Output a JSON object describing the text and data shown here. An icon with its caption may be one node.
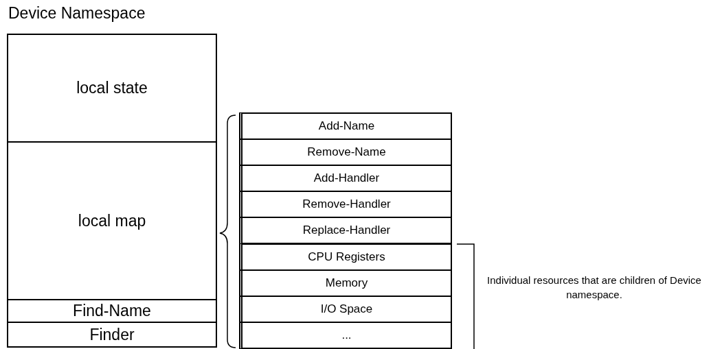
{
  "diagram": {
    "nodes": [
      {
        "text": [
          "Device Namespace"
        ]
      },
      {
        "text": [
          "local state"
        ],
        "in": 0
      },
      {
        "text": [
          "local map"
        ],
        "in": 0
      },
      {
        "text": [
          "Find-Name"
        ],
        "in": 0
      },
      {
        "text": [
          "Finder"
        ],
        "in": 0
      },
      {
        "text": [
          "Add-Name"
        ]
      },
      {
        "text": [
          "Remove-Name"
        ]
      },
      {
        "text": [
          "Add-Handler"
        ]
      },
      {
        "text": [
          "Remove-Handler"
        ]
      },
      {
        "text": [
          "Replace-Handler"
        ]
      },
      {
        "text": [
          "CPU Registers"
        ]
      },
      {
        "text": [
          "Memory"
        ]
      },
      {
        "text": [
          "I/O Space"
        ]
      },
      {
        "text": [
          "..."
        ]
      }
    ],
    "edges": [],
    "labels": [
      "Individual resources that are children of Device namespace."
    ]
  }
}
